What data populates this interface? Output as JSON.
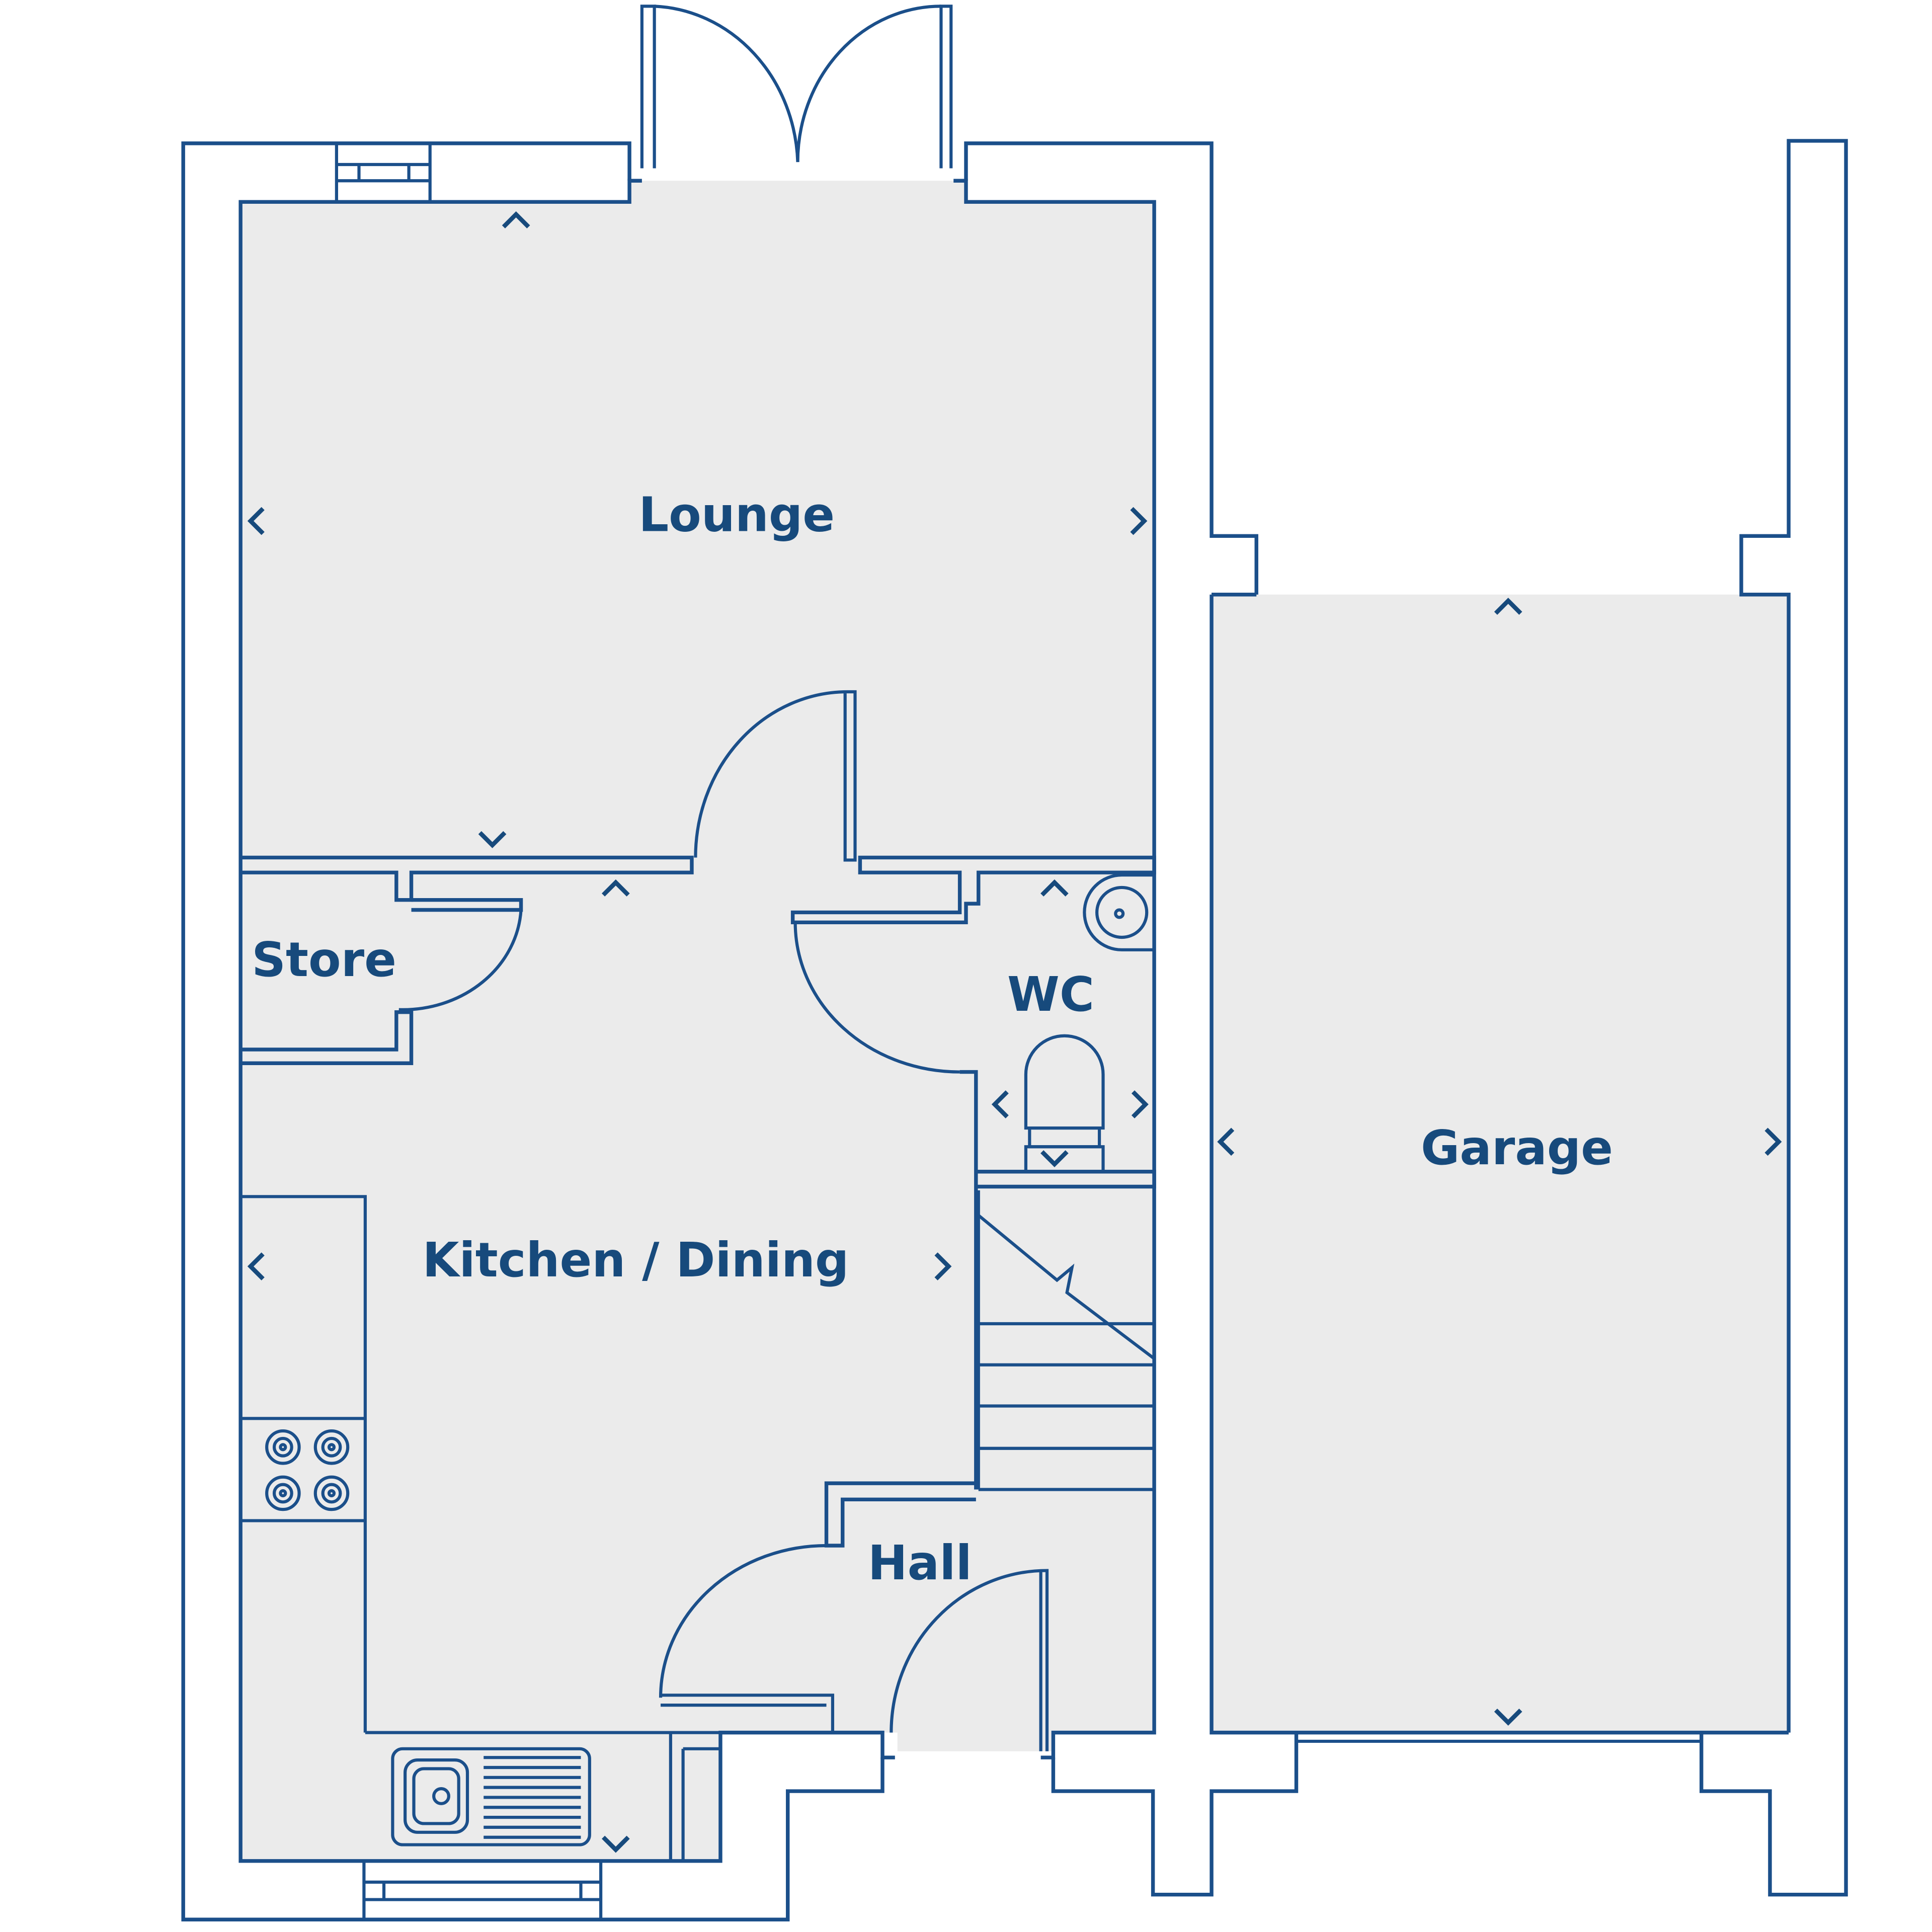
{
  "colors": {
    "wall": "#1b4f8a",
    "label": "#174a7c",
    "floor": "#ebebeb",
    "background": "#ffffff"
  },
  "rooms": {
    "lounge": "Lounge",
    "store": "Store",
    "wc": "WC",
    "kitchen_dining": "Kitchen / Dining",
    "hall": "Hall",
    "garage": "Garage"
  }
}
